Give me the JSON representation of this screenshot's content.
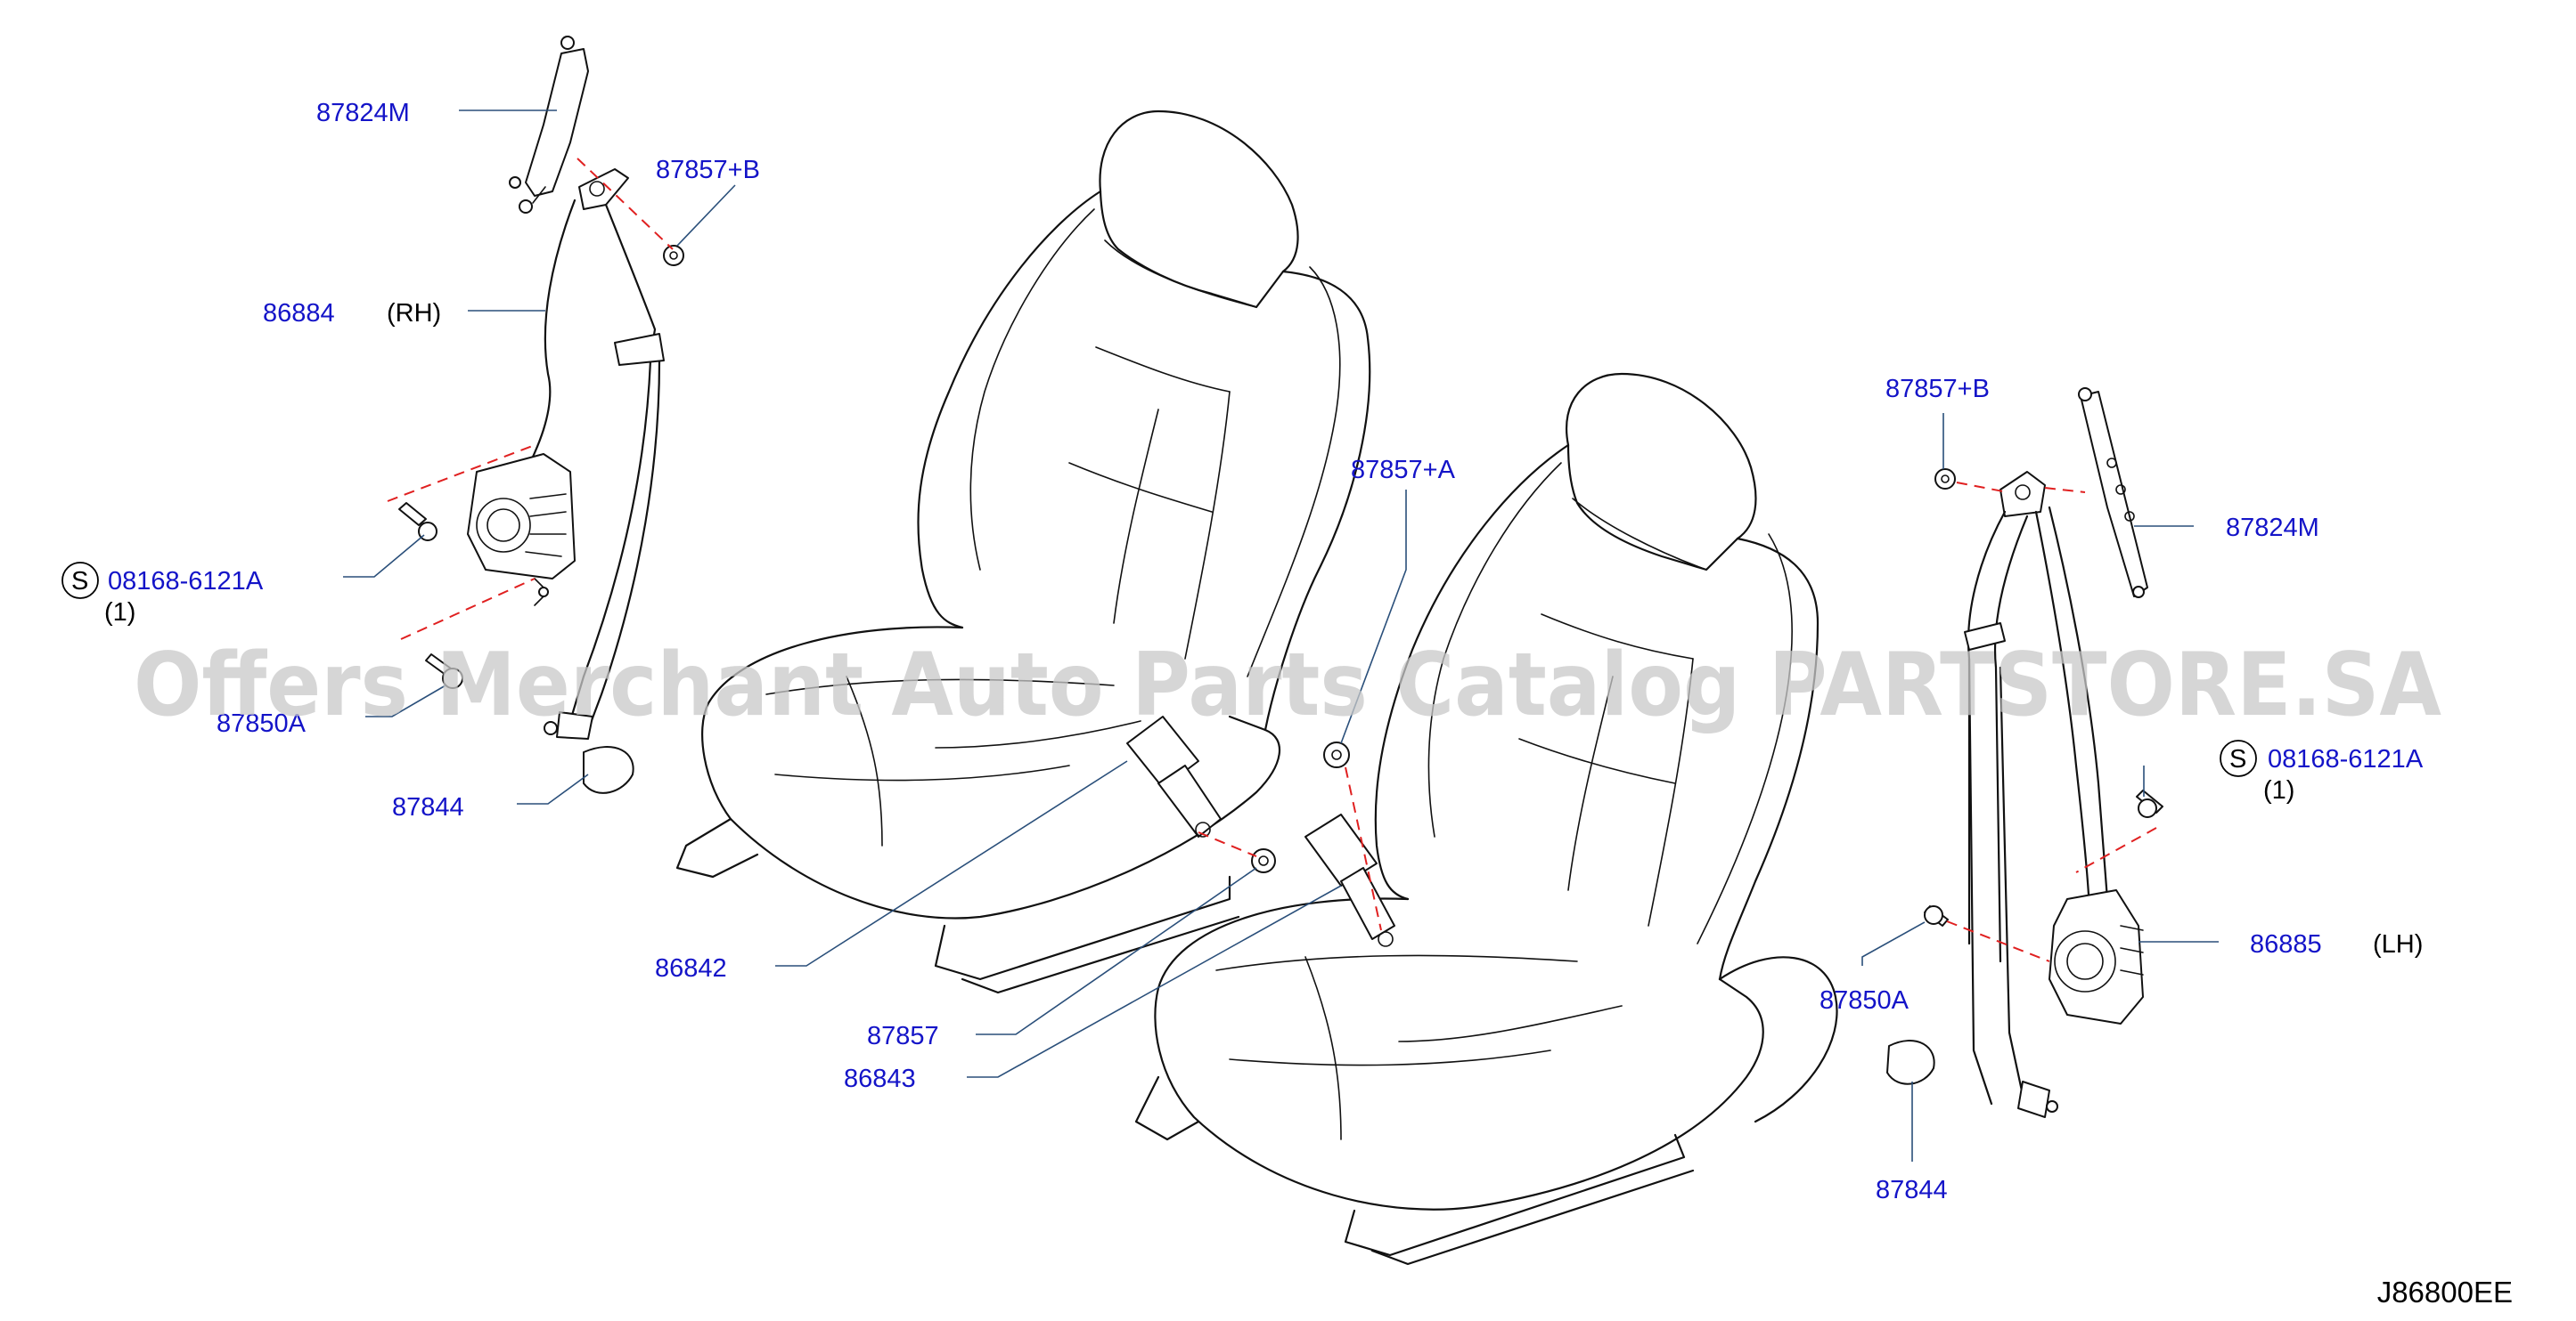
{
  "labels": {
    "p87824m_rh": "87824M",
    "p87857b_rh": "87857+B",
    "p86884": "86884",
    "rh": "(RH)",
    "s_circle_rh": "S",
    "p08168_rh": "08168-6121A",
    "qty_rh": "(1)",
    "p87850a_rh": "87850A",
    "p87844_rh": "87844",
    "p86842": "86842",
    "p87857": "87857",
    "p86843": "86843",
    "p87857a": "87857+A",
    "p87857b_lh": "87857+B",
    "p87824m_lh": "87824M",
    "s_circle_lh": "S",
    "p08168_lh": "08168-6121A",
    "qty_lh": "(1)",
    "p86885": "86885",
    "lh": "(LH)",
    "p87850a_lh": "87850A",
    "p87844_lh": "87844"
  },
  "diagram_code": "J86800EE",
  "watermark": "Offers Merchant Auto Parts Catalog PARTSTORE.SA",
  "colors": {
    "label": "#1414c8",
    "leader": "#2a4f7a",
    "dashed_connector": "#e02020",
    "watermark": "#c8c8c8",
    "line_art": "#111111"
  }
}
